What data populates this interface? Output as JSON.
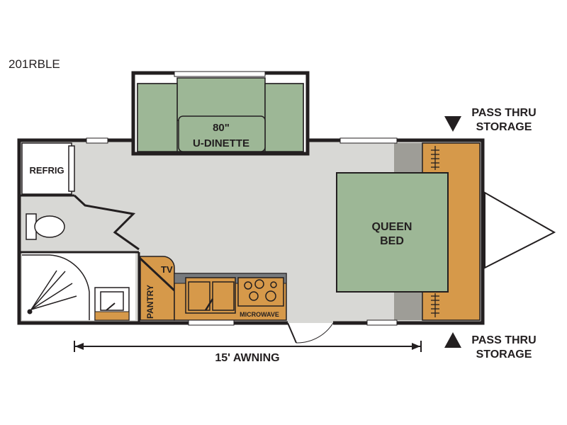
{
  "model": "201RBLE",
  "labels": {
    "dinette_size": "80\"",
    "dinette": "U-DINETTE",
    "refrig": "REFRIG",
    "queen": "QUEEN",
    "bed": "BED",
    "tv": "TV",
    "pantry": "PANTRY",
    "microwave": "MICROWAVE",
    "awning": "15' AWNING"
  },
  "storage": {
    "top": {
      "line1": "PASS THRU",
      "line2": "STORAGE"
    },
    "bottom": {
      "line1": "PASS THRU",
      "line2": "STORAGE"
    }
  },
  "colors": {
    "wall": "#231f20",
    "floor": "#d8d8d5",
    "green": "#9db796",
    "orange": "#d6994a",
    "counter": "#777a7d",
    "nose_gray": "#9e9d97"
  }
}
